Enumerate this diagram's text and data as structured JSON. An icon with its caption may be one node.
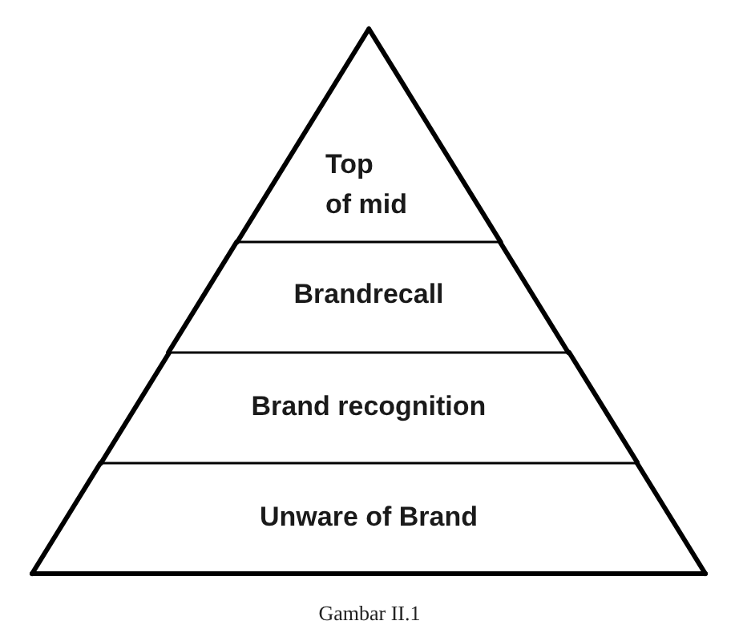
{
  "diagram": {
    "caption": "Gambar II.1",
    "nodes": [
      {
        "text": [
          "Top of mid"
        ]
      },
      {
        "text": [
          "Brandrecall"
        ]
      },
      {
        "text": [
          "Brand recognition"
        ]
      },
      {
        "text": [
          "Unware of Brand"
        ]
      }
    ]
  }
}
